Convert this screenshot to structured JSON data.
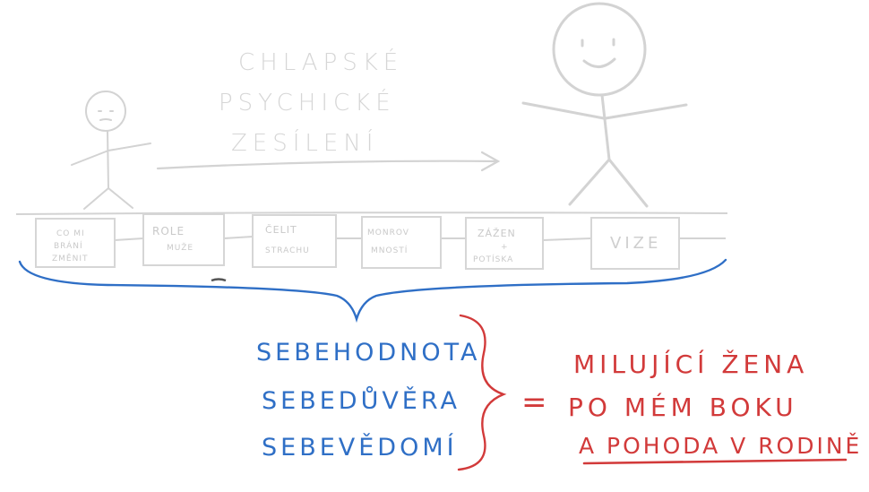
{
  "colors": {
    "faded": "#d0d0d0",
    "blue": "#2f6fc6",
    "red": "#d23a3a"
  },
  "title": [
    "CHLAPSKÉ",
    "PSYCHICKÉ",
    "ZESÍLENÍ"
  ],
  "steps": [
    {
      "lines": [
        "CO MI",
        "BRÁNÍ",
        "ZMĚNIT"
      ]
    },
    {
      "lines": [
        "ROLE",
        "MUŽE"
      ]
    },
    {
      "lines": [
        "ČELIT",
        "STRACHU"
      ]
    },
    {
      "lines": [
        "MONROV",
        "MNOSTÍ"
      ]
    },
    {
      "lines": [
        "ZÁŽEN",
        "+",
        "POTÍSKA"
      ]
    },
    {
      "lines": [
        "VIZE"
      ]
    }
  ],
  "qualities": [
    "SEBEHODNOTA",
    "SEBEDŮVĚRA",
    "SEBEVĚDOMÍ"
  ],
  "equals": "=",
  "result": [
    "MILUJÍCÍ ŽENA",
    "PO MÉM BOKU",
    "A POHODA V RODINĚ"
  ]
}
